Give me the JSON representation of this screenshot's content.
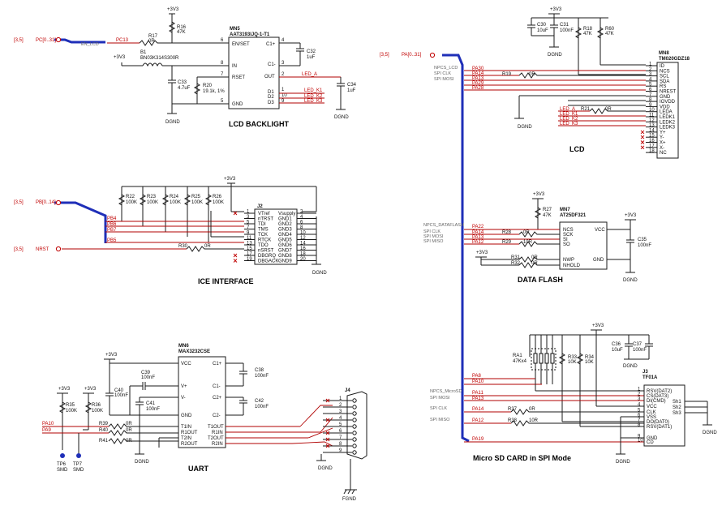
{
  "sections": {
    "lcd_backlight": "LCD BACKLIGHT",
    "lcd": "LCD",
    "ice_interface": "ICE INTERFACE",
    "data_flash": "DATA FLASH",
    "uart": "UART",
    "sd_card": "Micro SD CARD in SPI Mode"
  },
  "ports": {
    "pc": {
      "ref": "[3,5]",
      "name": "PC[0..31]"
    },
    "pb": {
      "ref": "[3,5]",
      "name": "PB[0..14]"
    },
    "nrst": {
      "ref": "[3,5]",
      "name": "NRST"
    },
    "pa": {
      "ref": "[3,5]",
      "name": "PA[0..31]"
    }
  },
  "power": {
    "v33": "+3V3",
    "dgnd": "DGND",
    "fgnd": "FGND"
  },
  "backlight": {
    "ic_ref": "MN5",
    "ic_part": "AAT3193IJQ-1-T1",
    "pins": [
      "EN/SET",
      "IN",
      "RSET",
      "GND",
      "C1+",
      "C1-",
      "OUT",
      "D1",
      "D2",
      "D3"
    ],
    "pin_nums": [
      "6",
      "8",
      "7",
      "5",
      "4",
      "3",
      "2",
      "1",
      "10",
      "9"
    ],
    "net_pc13": "PC13",
    "net_en": "EN_LCD",
    "r17": "R17",
    "r17v": "0R",
    "r16": "R16",
    "r16v": "47K",
    "b1": "B1",
    "b1v": "BN03K314S300R",
    "c33": "C33",
    "c33v": "4.7uF",
    "r20": "R20",
    "r20v": "19.1k, 1%",
    "c32": "C32",
    "c32v": "1uF",
    "c34": "C34",
    "c34v": "1uF",
    "led_a": "LED_A",
    "led_k1": "LED_K1",
    "led_k2": "LED_K2",
    "led_k3": "LED_K3"
  },
  "lcd": {
    "c30": "C30",
    "c30v": "10uF",
    "c31": "C31",
    "c31v": "100nF",
    "r18": "R18",
    "r18v": "47K",
    "r60": "R60",
    "r60v": "47K",
    "r19": "R19",
    "r19v": "0R",
    "r21": "R21",
    "r21v": "0R",
    "conn_ref": "MN8",
    "conn_part": "TM020GDZ18",
    "pins": [
      "ID",
      "NCS",
      "SCL",
      "SDA",
      "RS",
      "NREST",
      "GND",
      "IOVDD",
      "VDD",
      "LEDA",
      "LEDK1",
      "LEDK2",
      "LEDK3",
      "Y+",
      "Y-",
      "X+",
      "X-",
      "NC"
    ],
    "nets_left": [
      "NPCS_LCD",
      "SPI CLK",
      "SPI MOSI"
    ],
    "pa": [
      "PA30",
      "PA14",
      "PA13",
      "PA29",
      "PA28"
    ],
    "leds": [
      "LED_A",
      "LED_K1",
      "LED_K2",
      "LED_K3"
    ]
  },
  "ice": {
    "resistors": [
      "R22",
      "R23",
      "R24",
      "R25",
      "R26"
    ],
    "value": "100K",
    "pb": [
      "PB4",
      "PB6",
      "PB7",
      "PB5"
    ],
    "r30": "R30",
    "r30v": "0R",
    "conn": "J2",
    "left_pins": [
      "VTref",
      "nTRST",
      "TDI",
      "TMS",
      "TCK",
      "RTCK",
      "TDO",
      "nSRST",
      "DBGRQ",
      "DBGACK"
    ],
    "right_pins": [
      "Vsupply",
      "GND1",
      "GND2",
      "GND3",
      "GND4",
      "GND5",
      "GND6",
      "GND7",
      "GND8",
      "GND9"
    ]
  },
  "flash": {
    "r27": "R27",
    "r27v": "47K",
    "ic_ref": "MN7",
    "ic_part": "AT25DF321",
    "pins_left": [
      "NCS",
      "SCK",
      "SI",
      "SO",
      "NWP",
      "NHOLD"
    ],
    "pins_right": [
      "VCC",
      "GND"
    ],
    "nets_left": [
      "NPCS_DATAFLASH",
      "SPI CLK",
      "SPI MOSI",
      "SPI MISO"
    ],
    "pa": [
      "PA22",
      "PA14",
      "PA13",
      "PA12"
    ],
    "res": [
      "R28",
      "R29",
      "R31",
      "R32"
    ],
    "resv": [
      "0R",
      "10R",
      "0R",
      "0R"
    ],
    "c35": "C35",
    "c35v": "100nF"
  },
  "uart": {
    "ic_ref": "MN6",
    "ic_part": "MAX3232CSE",
    "left_pins": [
      "VCC",
      "V+",
      "V-",
      "GND",
      "T1IN",
      "R1OUT",
      "T2IN",
      "R2OUT"
    ],
    "right_pins": [
      "C1+",
      "C1-",
      "C2+",
      "C2-",
      "T1OUT",
      "R1IN",
      "T2OUT",
      "R2IN"
    ],
    "caps": [
      "C40",
      "C39",
      "C41",
      "C38",
      "C42"
    ],
    "capv": "100nF",
    "res": [
      "R35",
      "R36"
    ],
    "resv": "100K",
    "res2": [
      "R39",
      "R40",
      "R41"
    ],
    "res2v": "0R",
    "pa": [
      "PA10",
      "PA9"
    ],
    "tps": [
      "TP6",
      "TP7"
    ],
    "tpv": "SMD",
    "conn": "J4"
  },
  "sd": {
    "ra1": "RA1",
    "ra1v": "47Kx4",
    "r33": "R33",
    "r33v": "10K",
    "r34": "R34",
    "r34v": "10K",
    "c36": "C36",
    "c36v": "10uF",
    "c37": "C37",
    "c37v": "100nF",
    "conn_ref": "J3",
    "conn_part": "TF01A",
    "pins": [
      "RSV(DAT2)",
      "CS(DAT3)",
      "DI(CMD)",
      "VCC",
      "CLK",
      "VSS",
      "DO(DAT0)",
      "RSV(DAT1)",
      "GND",
      "CD"
    ],
    "shields": [
      "Sh1",
      "Sh2",
      "Sh3"
    ],
    "nets_left": [
      "NPCS_MicroSD",
      "SPI MOSI",
      "SPI CLK",
      "SPI MISO"
    ],
    "pa": [
      "PA8",
      "PA10",
      "PA11",
      "PA13",
      "PA14",
      "PA12",
      "PA19"
    ],
    "r37": "R37",
    "r37v": "0R",
    "r38": "R38",
    "r38v": "10R"
  }
}
